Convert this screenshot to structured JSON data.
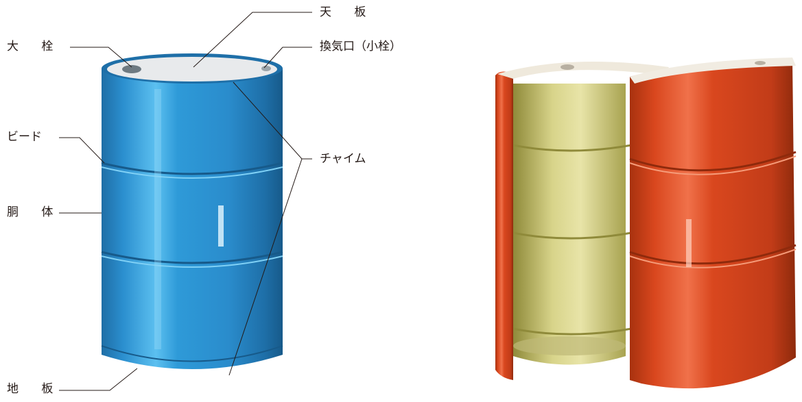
{
  "labels": {
    "top_plate": "天 板",
    "large_plug": "大 栓",
    "vent": "換気口（小栓）",
    "bead": "ビード",
    "chime": "チャイム",
    "body": "胴 体",
    "bottom_plate": "地 板"
  },
  "colors": {
    "blue_drum": "#2d9ad6",
    "red_drum": "#d9471e",
    "interior": "#c9c46a",
    "leader_line": "#231815"
  }
}
